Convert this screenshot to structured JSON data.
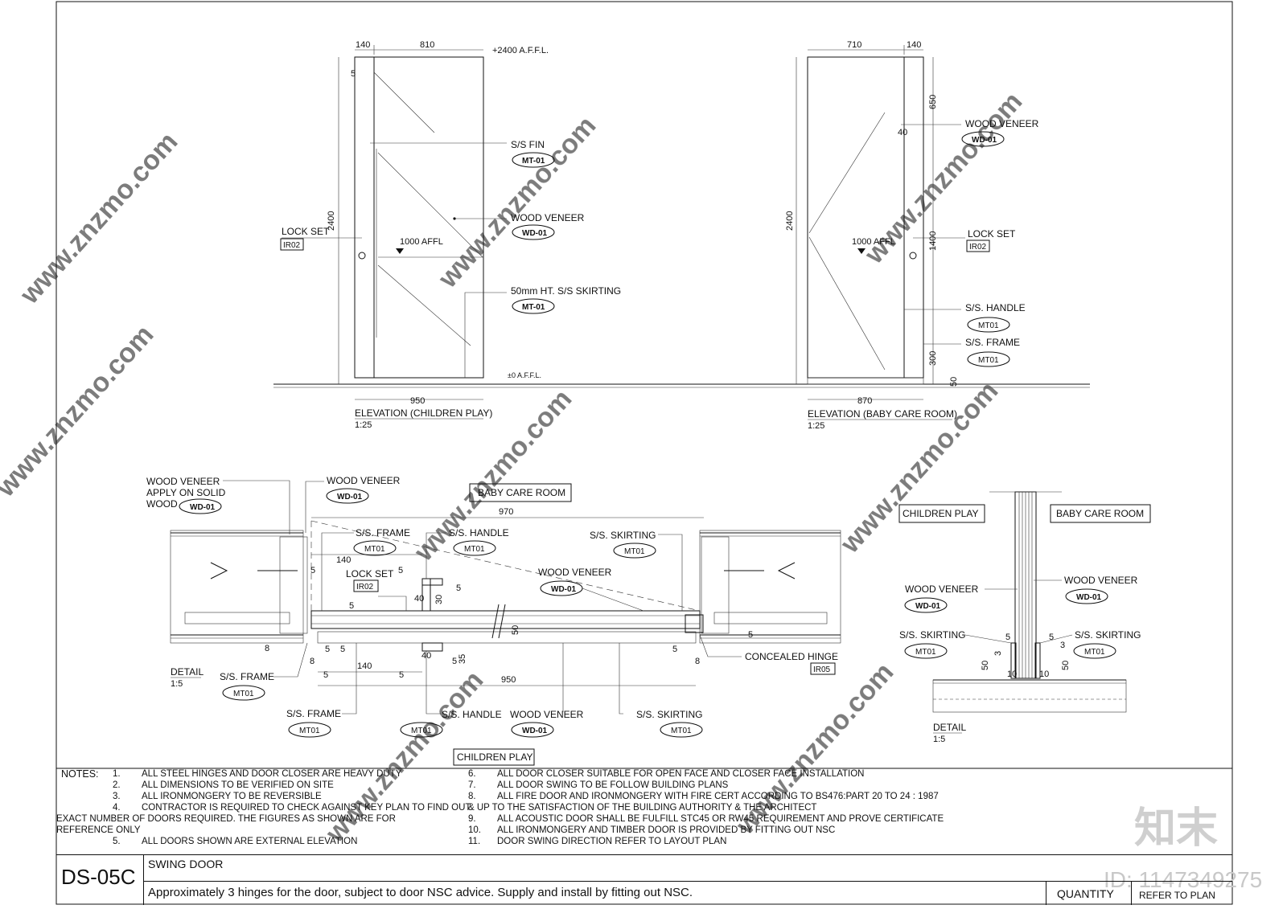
{
  "drawing": {
    "elev_left": {
      "caption": "ELEVATION (CHILDREN PLAY)",
      "scale": "1:25",
      "dims": {
        "top_a": "140",
        "top_b": "810",
        "left": "2400",
        "bottom": "950",
        "small": "5"
      },
      "level_top": "+2400 A.F.F.L.",
      "level_bottom": "±0 A.F.F.L.",
      "affl": "1000 AFFL",
      "callouts": [
        {
          "label": "S/S FIN",
          "tag": "MT-01"
        },
        {
          "label": "WOOD VENEER",
          "tag": "WD-01"
        },
        {
          "label": "50mm HT. S/S SKIRTING",
          "tag": "MT-01"
        },
        {
          "label": "LOCK SET",
          "tag": "IR02"
        }
      ]
    },
    "elev_right": {
      "caption": "ELEVATION (BABY CARE ROOM)",
      "scale": "1:25",
      "dims": {
        "top_a": "710",
        "top_b": "140",
        "left": "2400",
        "bottom": "870",
        "r1": "650",
        "r2": "40",
        "r3": "1400",
        "r4": "300",
        "r5": "50"
      },
      "affl": "1000 AFFL",
      "callouts": [
        {
          "label": "WOOD VENEER",
          "tag": "WD-01"
        },
        {
          "label": "LOCK SET",
          "tag": "IR02"
        },
        {
          "label": "S/S. HANDLE",
          "tag": "MT01"
        },
        {
          "label": "S/S. FRAME",
          "tag": "MT01"
        }
      ]
    },
    "plan": {
      "caption": "DETAIL",
      "scale": "1:5",
      "room_top": "BABY CARE ROOM",
      "room_bottom": "CHILDREN PLAY",
      "dims": {
        "overall": "970",
        "d140a": "140",
        "d950": "950",
        "d140b": "140",
        "d5": "5",
        "d8": "8",
        "d40": "40",
        "d30": "30",
        "d50": "50",
        "d35": "35"
      },
      "callouts": [
        {
          "label": "WOOD VENEER APPLY ON SOLID WOOD",
          "l1": "WOOD VENEER",
          "l2": "APPLY ON SOLID",
          "l3": "WOOD",
          "tag": "WD-01"
        },
        {
          "label": "WOOD VENEER",
          "tag": "WD-01"
        },
        {
          "label": "S/S. FRAME",
          "tag": "MT01"
        },
        {
          "label": "S/S. HANDLE",
          "tag": "MT01"
        },
        {
          "label": "S/S. SKIRTING",
          "tag": "MT01"
        },
        {
          "label": "LOCK SET",
          "tag": "IR02"
        },
        {
          "label": "WOOD VENEER",
          "tag": "WD-01"
        },
        {
          "label": "CONCEALED HINGE",
          "tag": "IR05"
        },
        {
          "label": "S/S. FRAME",
          "tag": "MT01"
        },
        {
          "label": "S/S. FRAME",
          "tag": "MT01"
        },
        {
          "label": "S/S. HANDLE",
          "tag": "MT01"
        },
        {
          "label": "WOOD VENEER",
          "tag": "WD-01"
        },
        {
          "label": "S/S. SKIRTING",
          "tag": "MT01"
        }
      ]
    },
    "section": {
      "caption": "DETAIL",
      "scale": "1:5",
      "room_left": "CHILDREN PLAY",
      "room_right": "BABY CARE ROOM",
      "dims": {
        "d5": "5",
        "d3": "3",
        "d10": "10",
        "d50": "50"
      },
      "callouts": [
        {
          "label": "WOOD VENEER",
          "tag": "WD-01"
        },
        {
          "label": "WOOD VENEER",
          "tag": "WD-01"
        },
        {
          "label": "S/S. SKIRTING",
          "tag": "MT01"
        },
        {
          "label": "S/S. SKIRTING",
          "tag": "MT01"
        }
      ]
    }
  },
  "notes": {
    "heading": "NOTES:",
    "left": [
      {
        "n": "1.",
        "t": "ALL STEEL HINGES AND DOOR CLOSER ARE HEAVY DUTY"
      },
      {
        "n": "2.",
        "t": "ALL DIMENSIONS TO BE VERIFIED ON SITE"
      },
      {
        "n": "3.",
        "t": "ALL IRONMONGERY TO BE REVERSIBLE"
      },
      {
        "n": "4.",
        "t": "CONTRACTOR IS REQUIRED TO CHECK AGAINST KEY PLAN TO FIND OUT"
      },
      {
        "n": "",
        "t": "EXACT NUMBER OF DOORS REQUIRED. THE FIGURES AS SHOWN ARE FOR"
      },
      {
        "n": "",
        "t": "REFERENCE ONLY"
      },
      {
        "n": "5.",
        "t": "ALL DOORS SHOWN ARE EXTERNAL ELEVATION"
      }
    ],
    "right": [
      {
        "n": "6.",
        "t": "ALL DOOR CLOSER SUITABLE FOR OPEN FACE AND CLOSER FACE INSTALLATION"
      },
      {
        "n": "7.",
        "t": "ALL DOOR SWING TO BE FOLLOW BUILDING PLANS"
      },
      {
        "n": "8.",
        "t": "ALL FIRE DOOR AND IRONMONGERY WITH FIRE CERT ACCORDING TO BS476:PART 20 TO 24 : 1987"
      },
      {
        "n": "",
        "t": "& UP TO THE SATISFACTION OF THE BUILDING AUTHORITY & THE ARCHITECT"
      },
      {
        "n": "9.",
        "t": "ALL ACOUSTIC DOOR SHALL BE FULFILL STC45 OR RW45 REQUIREMENT AND PROVE CERTIFICATE"
      },
      {
        "n": "10.",
        "t": "ALL IRONMONGERY AND TIMBER DOOR IS PROVIDED BY FITTING OUT NSC"
      },
      {
        "n": "11.",
        "t": "DOOR SWING DIRECTION REFER TO LAYOUT PLAN"
      }
    ]
  },
  "titleblock": {
    "code": "DS-05C",
    "title": "SWING DOOR",
    "description": "Approximately 3 hinges for the door, subject to door NSC advice. Supply and install by fitting out NSC.",
    "quantity_label": "QUANTITY",
    "quantity_value": "REFER TO PLAN"
  },
  "watermark": {
    "text": "www.znzmo.com",
    "logo": "知末",
    "id": "ID: 1147349275"
  }
}
